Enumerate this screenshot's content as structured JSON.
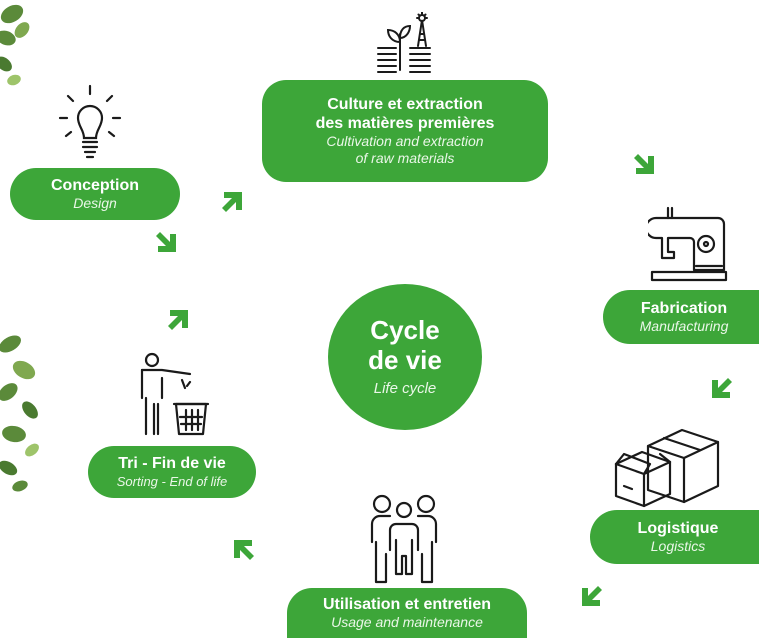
{
  "center": {
    "title_line1": "Cycle",
    "title_line2": "de vie",
    "subtitle": "Life cycle"
  },
  "stages": {
    "culture": {
      "fr_line1": "Culture et extraction",
      "fr_line2": "des matières premières",
      "en_line1": "Cultivation and extraction",
      "en_line2": "of raw materials",
      "icon": "plant-oil-rig-icon"
    },
    "fabrication": {
      "fr": "Fabrication",
      "en": "Manufacturing",
      "icon": "sewing-machine-icon"
    },
    "logistique": {
      "fr": "Logistique",
      "en": "Logistics",
      "icon": "boxes-icon"
    },
    "utilisation": {
      "fr": "Utilisation et entretien",
      "en": "Usage and maintenance",
      "icon": "people-group-icon"
    },
    "tri": {
      "fr": "Tri - Fin de vie",
      "en": "Sorting - End of life",
      "icon": "person-trash-icon"
    },
    "conception": {
      "fr": "Conception",
      "en": "Design",
      "icon": "lightbulb-icon"
    }
  },
  "colors": {
    "accent": "#3da639",
    "icon_stroke": "#1a1a1a",
    "foliage": "#5b8a3a"
  }
}
